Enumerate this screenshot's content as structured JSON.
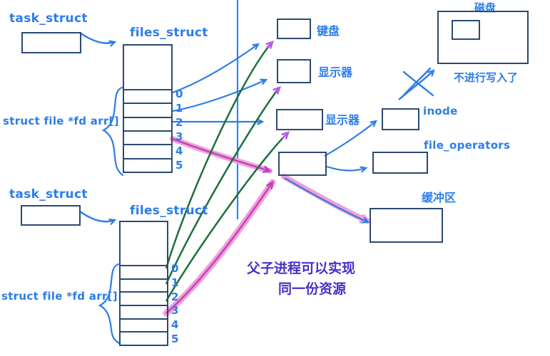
{
  "colors": {
    "ink_blue": "#2b7de9",
    "box_navy": "#2a4a73",
    "arrow_green": "#1e6f3d",
    "pink_highlight": "#f0a0d8",
    "magenta": "#c13ec1",
    "violet": "#b75ce8",
    "note_purple": "#4631c9"
  },
  "processes": {
    "top": {
      "task_struct_label": "task_struct",
      "files_struct_label": "files_struct",
      "fd_array_label": "struct file *fd arr[]",
      "fd_indices": [
        "0",
        "1",
        "2",
        "3",
        "4",
        "5"
      ]
    },
    "bottom": {
      "task_struct_label": "task_struct",
      "files_struct_label": "files_struct",
      "fd_array_label": "struct file *fd arr[]",
      "fd_indices": [
        "0",
        "1",
        "2",
        "3",
        "4",
        "5"
      ]
    }
  },
  "devices": {
    "keyboard_label": "键盘",
    "monitor1_label": "显示器",
    "monitor2_label": "显示器"
  },
  "kernel": {
    "inode_label": "inode",
    "file_operators_label": "file_operators",
    "buffer_label": "缓冲区"
  },
  "disk": {
    "disk_label": "磁盘",
    "no_write_label": "不进行写入了"
  },
  "note": {
    "line1": "父子进程可以实现",
    "line2": "同一份资源"
  }
}
